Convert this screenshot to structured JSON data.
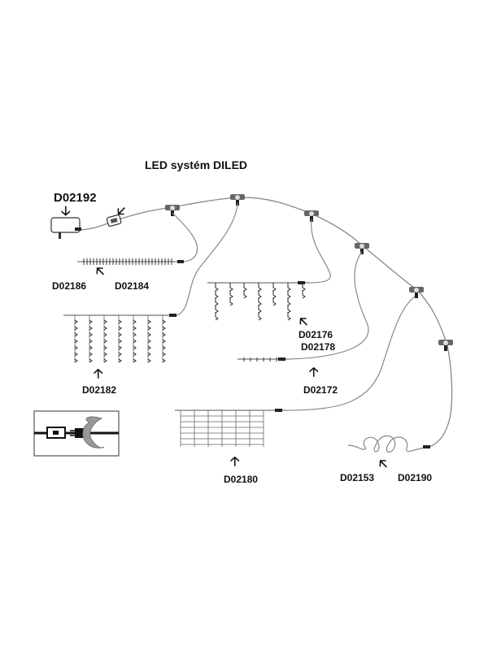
{
  "title": "LED systém DILED",
  "components": {
    "power_adapter": {
      "code": "D02192"
    },
    "net_strip_a": {
      "code": "D02186"
    },
    "net_strip_b": {
      "code": "D02184"
    },
    "curtain": {
      "code": "D02182"
    },
    "icicle_a": {
      "code": "D02176"
    },
    "icicle_b": {
      "code": "D02178"
    },
    "string": {
      "code": "D02172"
    },
    "net": {
      "code": "D02180"
    },
    "extension_a": {
      "code": "D02153"
    },
    "extension_b": {
      "code": "D02190"
    }
  },
  "inset": {
    "description": "connector plug-in illustration"
  },
  "colors": {
    "line": "#888888",
    "connector": "#444444",
    "text": "#111111"
  }
}
